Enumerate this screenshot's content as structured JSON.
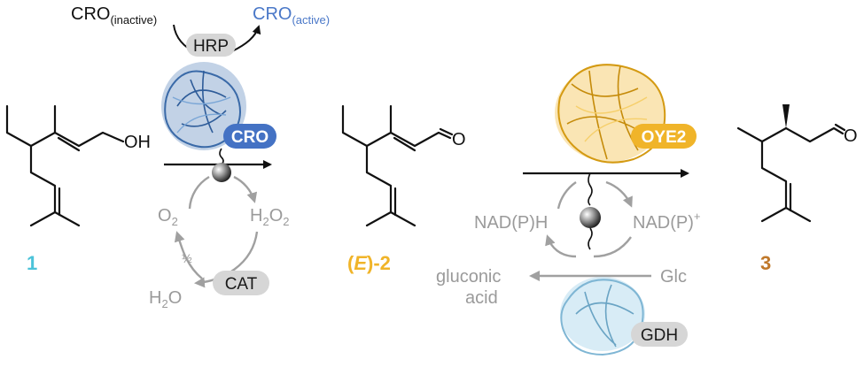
{
  "labels": {
    "cro_inactive": "CRO",
    "cro_inactive_sub": "(inactive)",
    "cro_active": "CRO",
    "cro_active_sub": "(active)",
    "hrp": "HRP",
    "cro": "CRO",
    "o2": "O",
    "o2_sub": "2",
    "h2o2_h": "H",
    "h2o2_sub1": "2",
    "h2o2_o": "O",
    "h2o2_sub2": "2",
    "half": "½",
    "h2o_h": "H",
    "h2o_sub": "2",
    "h2o_o": "O",
    "cat": "CAT",
    "oh": "OH",
    "o_ald1": "O",
    "o_ald2": "O",
    "compound1": "1",
    "compound2_prefix": "(",
    "compound2_e": "E",
    "compound2_suffix": ")-2",
    "compound3": "3",
    "oye2": "OYE2",
    "nadph": "NAD(P)H",
    "nadp": "NAD(P)",
    "nadp_sup": "+",
    "glc": "Glc",
    "gluconic": "gluconic",
    "acid": "acid",
    "gdh": "GDH"
  },
  "colors": {
    "cro_blue": "#4472c4",
    "cro_active_text": "#4a78c8",
    "oye_gold": "#f0b429",
    "compound1": "#4cc3d9",
    "compound2": "#f0b429",
    "compound3": "#c0782a",
    "gdh_lightblue": "#a9d4ea",
    "cycle_grey": "#a0a0a0"
  },
  "icons": [
    "sphere-linker-icon",
    "cro-protein-icon",
    "oye2-protein-icon",
    "gdh-protein-icon"
  ]
}
